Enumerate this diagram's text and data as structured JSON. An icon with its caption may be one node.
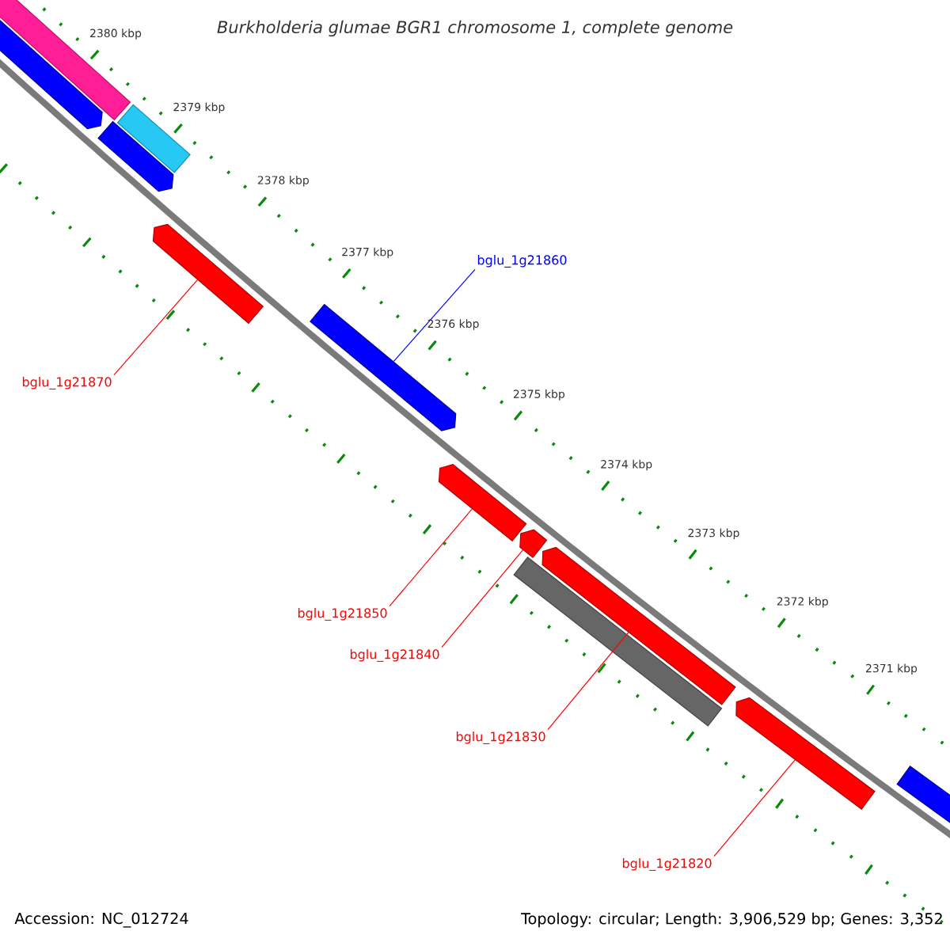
{
  "diagram": {
    "title": "Burkholderia glumae BGR1 chromosome 1, complete genome",
    "nodes": [
      {
        "text": [],
        "shape": "bar"
      },
      {
        "text": [],
        "shape": "arrow"
      },
      {
        "text": [],
        "shape": "bar"
      },
      {
        "text": [],
        "shape": "arrow"
      },
      {
        "text": [],
        "shape": "arrow"
      },
      {
        "text": [],
        "shape": "arrow"
      },
      {
        "text": [],
        "shape": "arrow"
      },
      {
        "text": [],
        "shape": "arrow"
      },
      {
        "text": [],
        "shape": "arrow"
      },
      {
        "text": [],
        "shape": "bar"
      },
      {
        "text": [],
        "shape": "arrow"
      },
      {
        "text": [],
        "shape": "arrow"
      },
      {
        "text": [
          "bglu_1g21860"
        ]
      },
      {
        "text": [
          "bglu_1g21870"
        ]
      },
      {
        "text": [
          "bglu_1g21850"
        ]
      },
      {
        "text": [
          "bglu_1g21840"
        ]
      },
      {
        "text": [
          "bglu_1g21830"
        ]
      },
      {
        "text": [
          "bglu_1g21820"
        ]
      }
    ],
    "edges": [
      {
        "from": 12,
        "to": 5,
        "arrow": "none",
        "color": "#0000ff"
      },
      {
        "from": 13,
        "to": 4,
        "arrow": "none"
      },
      {
        "from": 14,
        "to": 6,
        "arrow": "none"
      },
      {
        "from": 15,
        "to": 7,
        "arrow": "none"
      },
      {
        "from": 16,
        "to": 8,
        "arrow": "none"
      },
      {
        "from": 17,
        "to": 10,
        "arrow": "none"
      }
    ],
    "labels": [
      "2380 kbp",
      "2379 kbp",
      "2378 kbp",
      "2377 kbp",
      "2376 kbp",
      "2375 kbp",
      "2374 kbp",
      "2373 kbp",
      "2372 kbp",
      "2371 kbp",
      "Accession: NC_012724",
      "Topology: circular; Length: 3,906,529 bp; Genes: 3,352"
    ]
  }
}
